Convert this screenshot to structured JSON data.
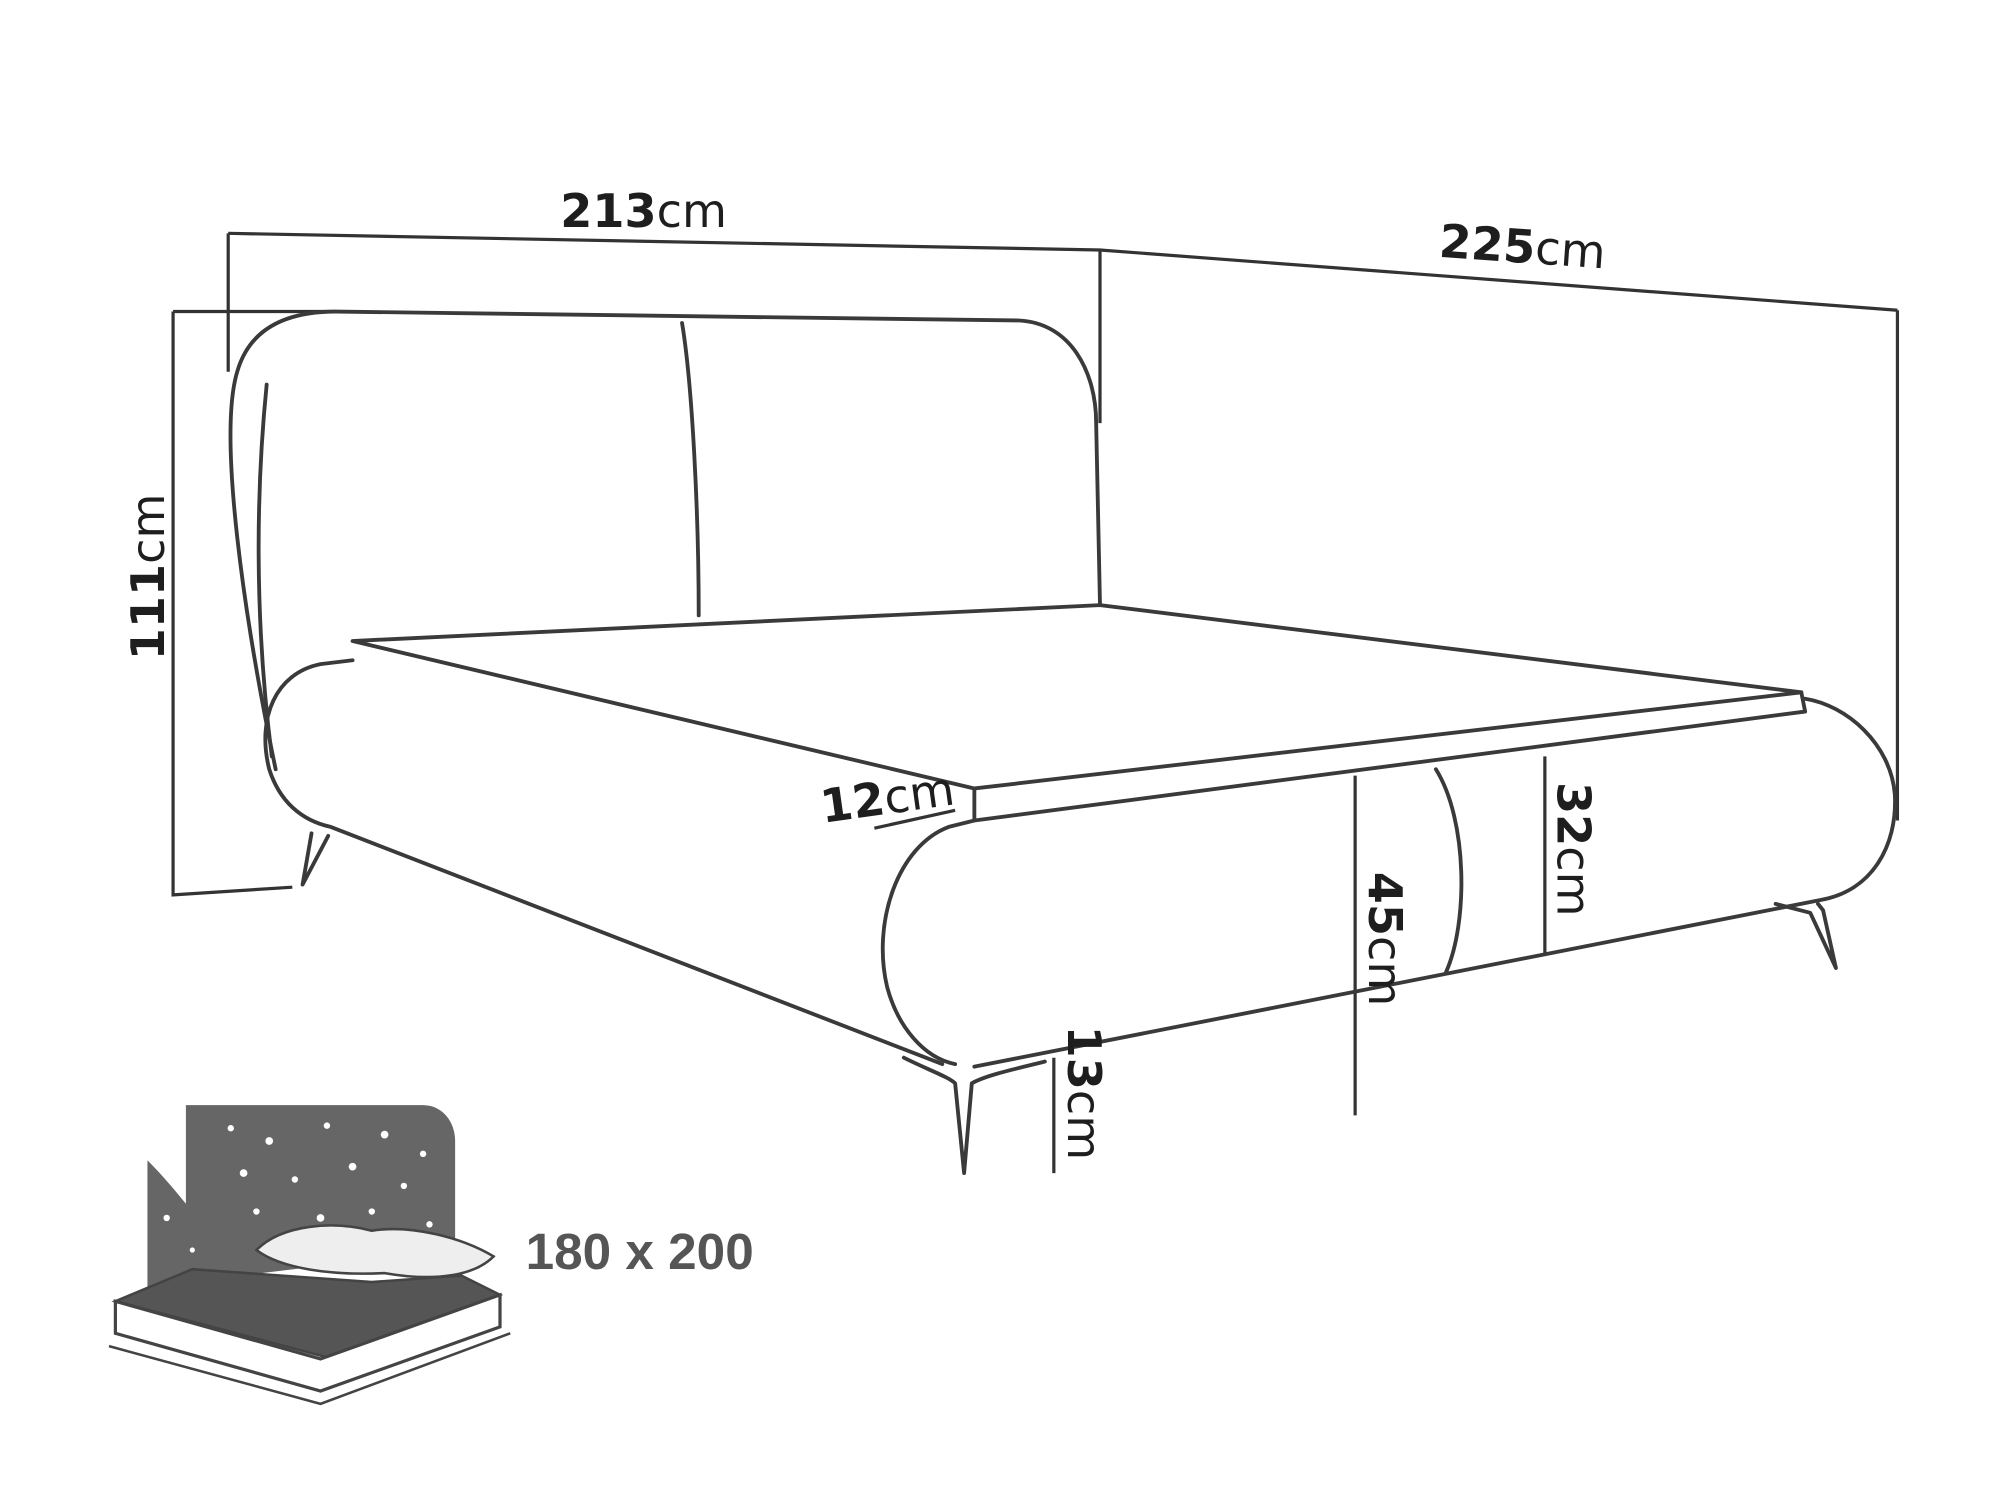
{
  "dimensions": {
    "width": {
      "value": "213",
      "unit": "cm"
    },
    "length": {
      "value": "225",
      "unit": "cm"
    },
    "height": {
      "value": "111",
      "unit": "cm"
    },
    "mattress_thickness": {
      "value": "12",
      "unit": "cm"
    },
    "frame_height": {
      "value": "45",
      "unit": "cm"
    },
    "rail_height": {
      "value": "32",
      "unit": "cm"
    },
    "leg_height": {
      "value": "13",
      "unit": "cm"
    }
  },
  "mattress_size": "180 x 200",
  "icons": {
    "bed_size": "bed-with-starry-headboard-icon"
  }
}
